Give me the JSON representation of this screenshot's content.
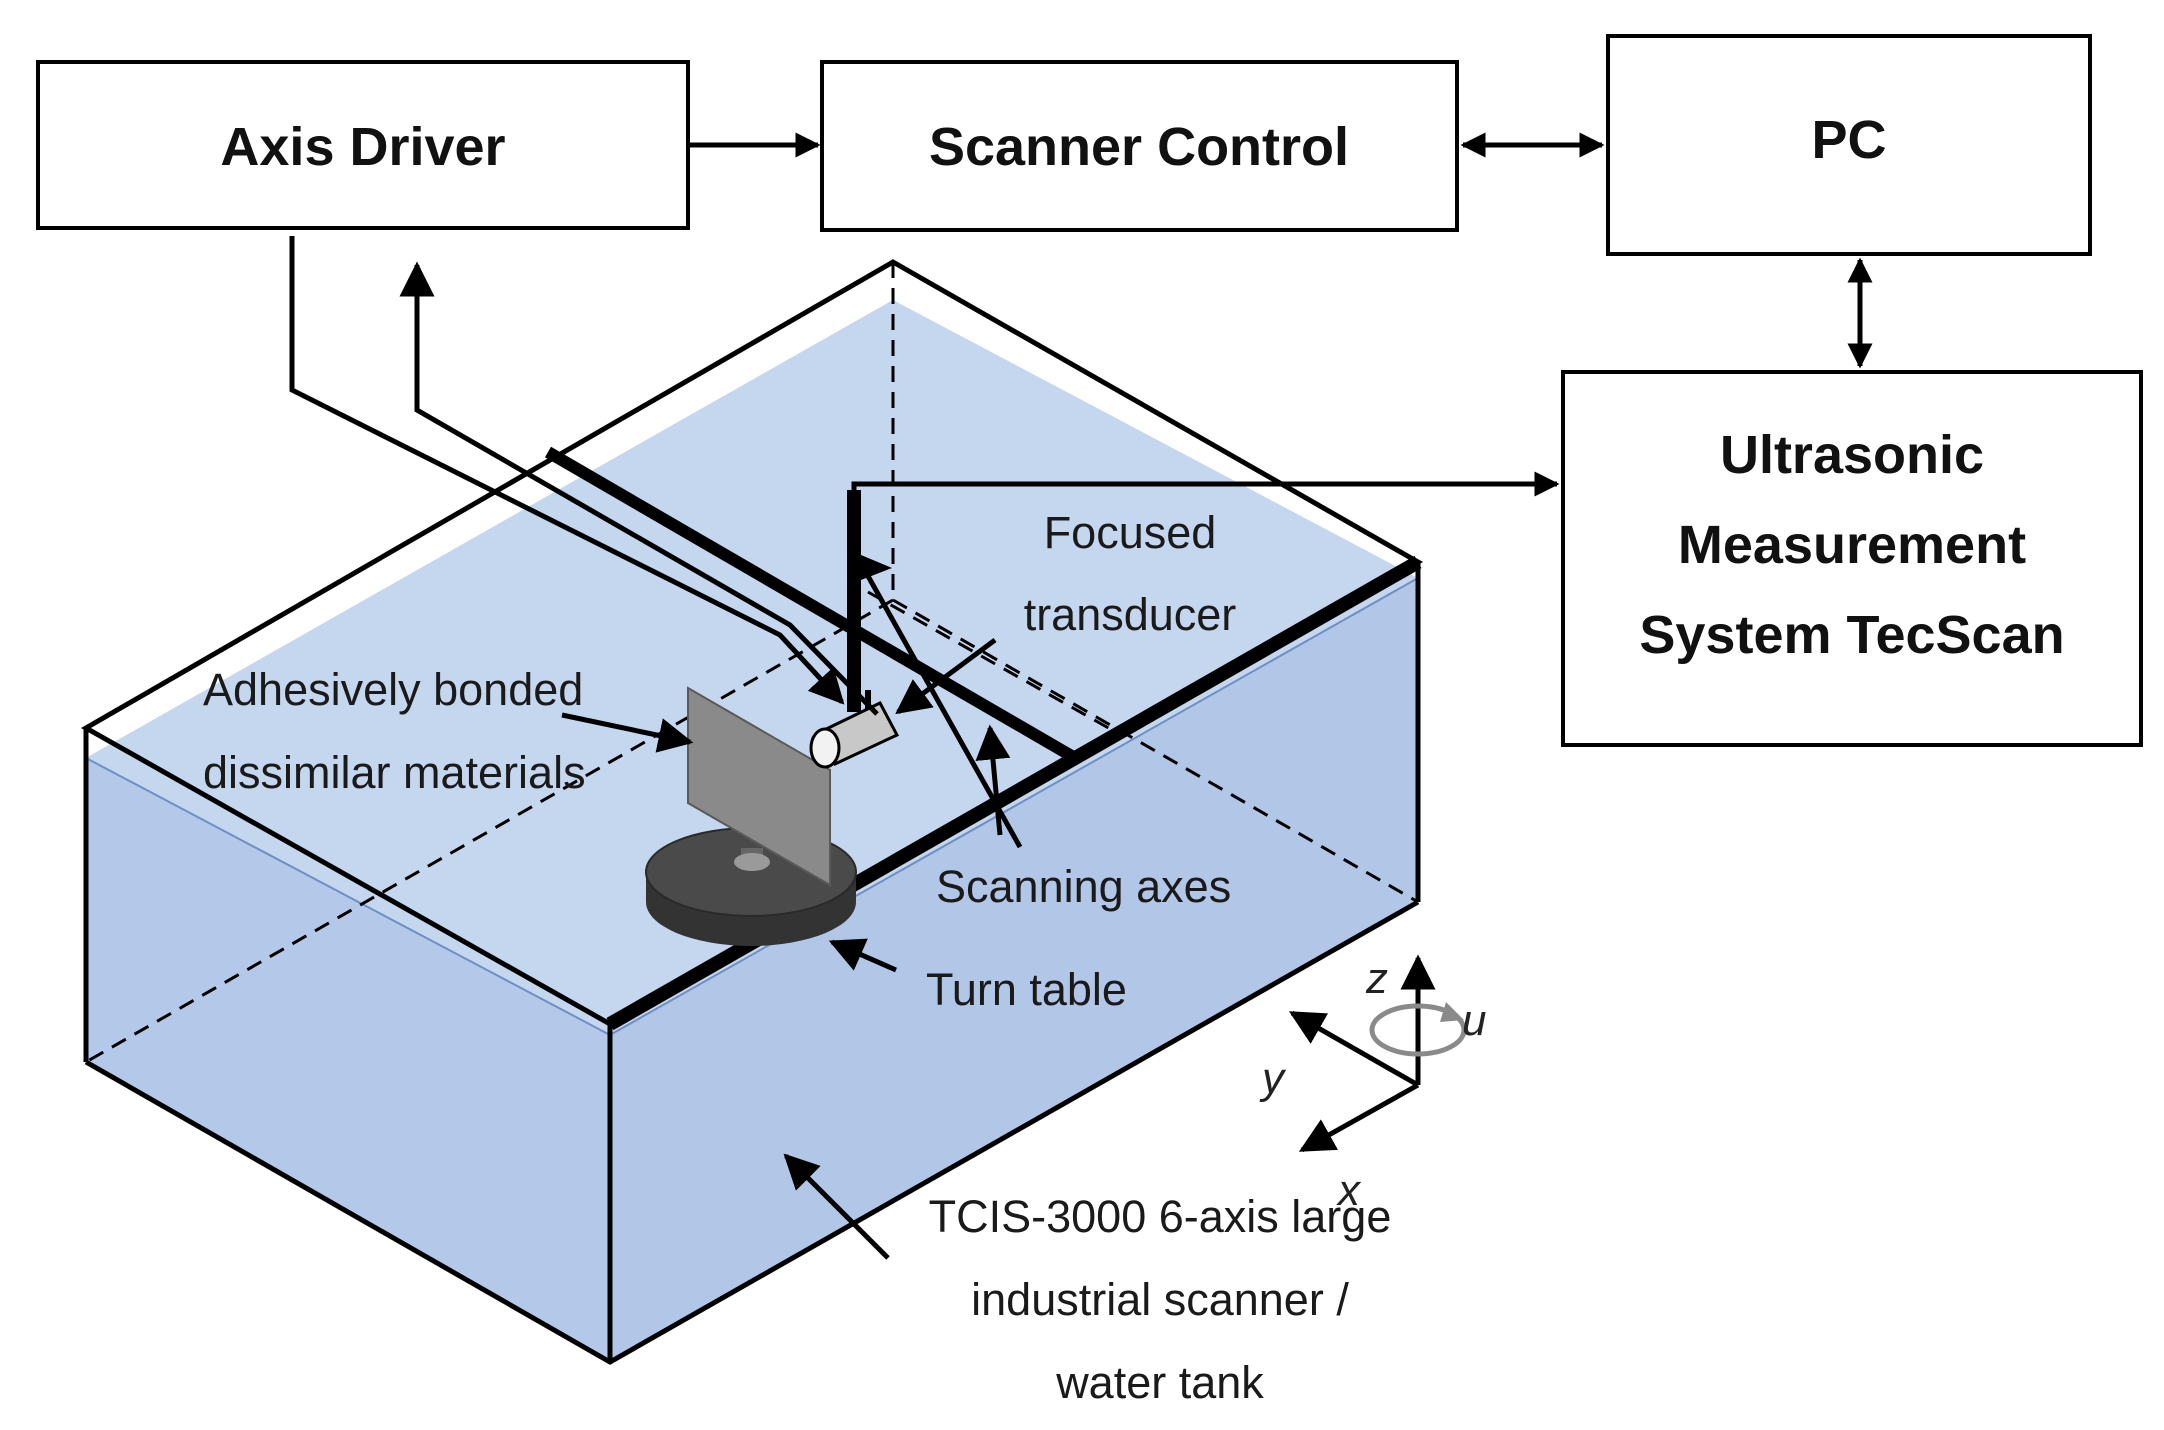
{
  "blocks": {
    "axis_driver": "Axis Driver",
    "scanner_control": "Scanner Control",
    "pc": "PC",
    "ums_line1": "Ultrasonic",
    "ums_line2": "Measurement",
    "ums_line3": "System TecScan"
  },
  "annotations": {
    "focused_transducer_1": "Focused",
    "focused_transducer_2": "transducer",
    "adhesive_1": "Adhesively bonded",
    "adhesive_2": "dissimilar materials",
    "scanning_axes": "Scanning axes",
    "turn_table": "Turn table",
    "tank_1": "TCIS-3000 6-axis large",
    "tank_2": "industrial scanner /",
    "tank_3": "water tank"
  },
  "axes": {
    "z": "z",
    "u": "u",
    "y": "y",
    "x": "x"
  },
  "colors": {
    "water_light": "#c5d6ef",
    "water_mid": "#b4c8e9",
    "water_dark": "#a6b8d8",
    "line": "#000000",
    "specimen": "#8a8a8a",
    "turntable": "#3c3c3c"
  }
}
